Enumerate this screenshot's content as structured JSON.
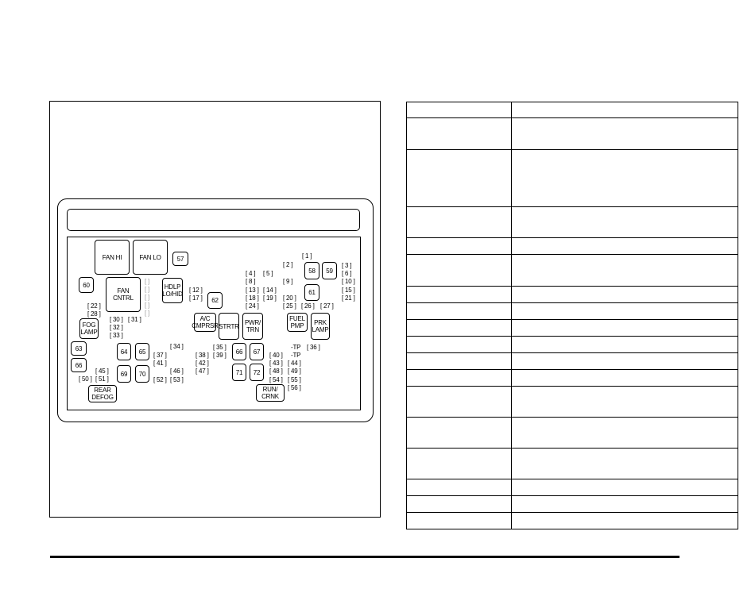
{
  "relays": [
    {
      "id": "r-fan-hi",
      "text": "FAN HI"
    },
    {
      "id": "r-fan-lo",
      "text": "FAN LO"
    },
    {
      "id": "r-57",
      "text": "57"
    },
    {
      "id": "r-60",
      "text": "60"
    },
    {
      "id": "r-fan-cntrl",
      "text": "FAN CNTRL"
    },
    {
      "id": "r-hdlp",
      "text": "HDLP\nLO/HID"
    },
    {
      "id": "r-62",
      "text": "62"
    },
    {
      "id": "r-fog",
      "text": "FOG\nLAMP"
    },
    {
      "id": "r-ac",
      "text": "A/C\nCMPRSR"
    },
    {
      "id": "r-strtr",
      "text": "STRTR"
    },
    {
      "id": "r-pwr",
      "text": "PWR/\nTRN"
    },
    {
      "id": "r-58",
      "text": "58"
    },
    {
      "id": "r-59",
      "text": "59"
    },
    {
      "id": "r-61",
      "text": "61"
    },
    {
      "id": "r-fuel",
      "text": "FUEL\nPMP"
    },
    {
      "id": "r-prk",
      "text": "PRK\nLAMP"
    },
    {
      "id": "r-63",
      "text": "63"
    },
    {
      "id": "r-64",
      "text": "64"
    },
    {
      "id": "r-65",
      "text": "65"
    },
    {
      "id": "r-66",
      "text": "66"
    },
    {
      "id": "r-69",
      "text": "69"
    },
    {
      "id": "r-70",
      "text": "70"
    },
    {
      "id": "r-rear",
      "text": "REAR\nDEFOG"
    },
    {
      "id": "r-66b",
      "text": "66"
    },
    {
      "id": "r-67",
      "text": "67"
    },
    {
      "id": "r-71",
      "text": "71"
    },
    {
      "id": "r-72",
      "text": "72"
    },
    {
      "id": "r-run",
      "text": "RUN/\nCRNK"
    }
  ],
  "fuses": [
    {
      "id": "f-1",
      "text": "[ 1 ]"
    },
    {
      "id": "f-2",
      "text": "[ 2 ]"
    },
    {
      "id": "f-3",
      "text": "[ 3 ]"
    },
    {
      "id": "f-4",
      "text": "[ 4 ]"
    },
    {
      "id": "f-5",
      "text": "[ 5 ]"
    },
    {
      "id": "f-6",
      "text": "[ 6 ]"
    },
    {
      "id": "f-8",
      "text": "[ 8 ]"
    },
    {
      "id": "f-9",
      "text": "[ 9 ]"
    },
    {
      "id": "f-10",
      "text": "[ 10 ]"
    },
    {
      "id": "f-12",
      "text": "[ 12 ]"
    },
    {
      "id": "f-13",
      "text": "[ 13 ]"
    },
    {
      "id": "f-14",
      "text": "[ 14 ]"
    },
    {
      "id": "f-15",
      "text": "[ 15 ]"
    },
    {
      "id": "f-17",
      "text": "[ 17 ]"
    },
    {
      "id": "f-18",
      "text": "[ 18 ]"
    },
    {
      "id": "f-19",
      "text": "[ 19 ]"
    },
    {
      "id": "f-20",
      "text": "[ 20 ]"
    },
    {
      "id": "f-21",
      "text": "[ 21 ]"
    },
    {
      "id": "f-22",
      "text": "[ 22 ]"
    },
    {
      "id": "f-24",
      "text": "[ 24 ]"
    },
    {
      "id": "f-25",
      "text": "[ 25 ]"
    },
    {
      "id": "f-26",
      "text": "[ 26 ]"
    },
    {
      "id": "f-27",
      "text": "[ 27 ]"
    },
    {
      "id": "f-28",
      "text": "[ 28 ]"
    },
    {
      "id": "f-30",
      "text": "[ 30 ]"
    },
    {
      "id": "f-31",
      "text": "[ 31 ]"
    },
    {
      "id": "f-32",
      "text": "[ 32 ]"
    },
    {
      "id": "f-33",
      "text": "[ 33 ]"
    },
    {
      "id": "f-34",
      "text": "[ 34 ]"
    },
    {
      "id": "f-35",
      "text": "[ 35 ]"
    },
    {
      "id": "f-36",
      "text": "[ 36 ]"
    },
    {
      "id": "f-tp1",
      "text": "-TP"
    },
    {
      "id": "f-tp2",
      "text": "-TP"
    },
    {
      "id": "f-37",
      "text": "[ 37 ]"
    },
    {
      "id": "f-38",
      "text": "[ 38 ]"
    },
    {
      "id": "f-39",
      "text": "[ 39 ]"
    },
    {
      "id": "f-40",
      "text": "[ 40 ]"
    },
    {
      "id": "f-41",
      "text": "[ 41 ]"
    },
    {
      "id": "f-42",
      "text": "[ 42 ]"
    },
    {
      "id": "f-43",
      "text": "[ 43 ]"
    },
    {
      "id": "f-44",
      "text": "[ 44 ]"
    },
    {
      "id": "f-45",
      "text": "[ 45 ]"
    },
    {
      "id": "f-46",
      "text": "[ 46 ]"
    },
    {
      "id": "f-47",
      "text": "[ 47 ]"
    },
    {
      "id": "f-48",
      "text": "[ 48 ]"
    },
    {
      "id": "f-49",
      "text": "[ 49 ]"
    },
    {
      "id": "f-50",
      "text": "[ 50 ]"
    },
    {
      "id": "f-51",
      "text": "[ 51 ]"
    },
    {
      "id": "f-52",
      "text": "[ 52 ]"
    },
    {
      "id": "f-53",
      "text": "[ 53 ]"
    },
    {
      "id": "f-54",
      "text": "[ 54 ]"
    },
    {
      "id": "f-55",
      "text": "[ 55 ]"
    },
    {
      "id": "f-56",
      "text": "[ 56 ]"
    }
  ]
}
